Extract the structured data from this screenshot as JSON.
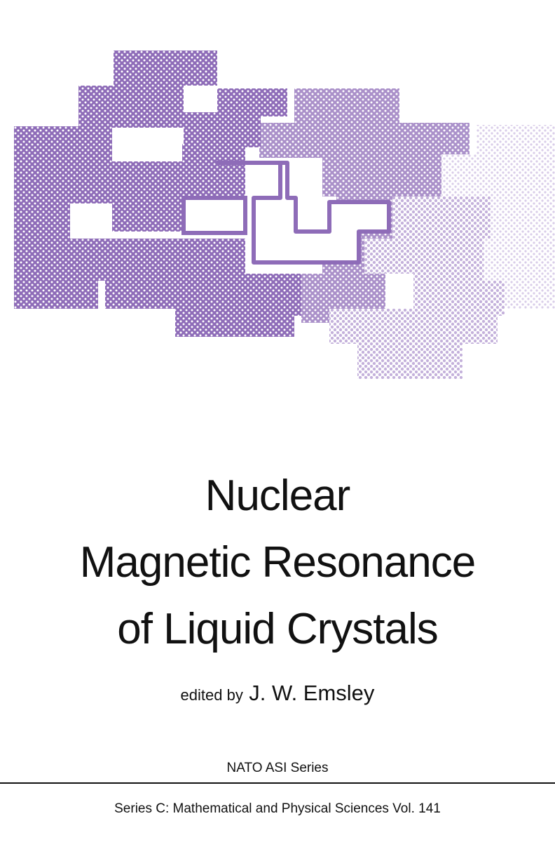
{
  "title": {
    "line1": "Nuclear",
    "line2": "Magnetic Resonance",
    "line3": "of Liquid Crystals"
  },
  "editor": {
    "prefix": "edited by",
    "name": "J. W. Emsley"
  },
  "series": {
    "name": "NATO ASI Series",
    "subseries": "Series C: Mathematical and Physical Sciences Vol. 141"
  },
  "colors": {
    "accent": "#8e6cb8",
    "text": "#111111",
    "background": "#ffffff"
  }
}
